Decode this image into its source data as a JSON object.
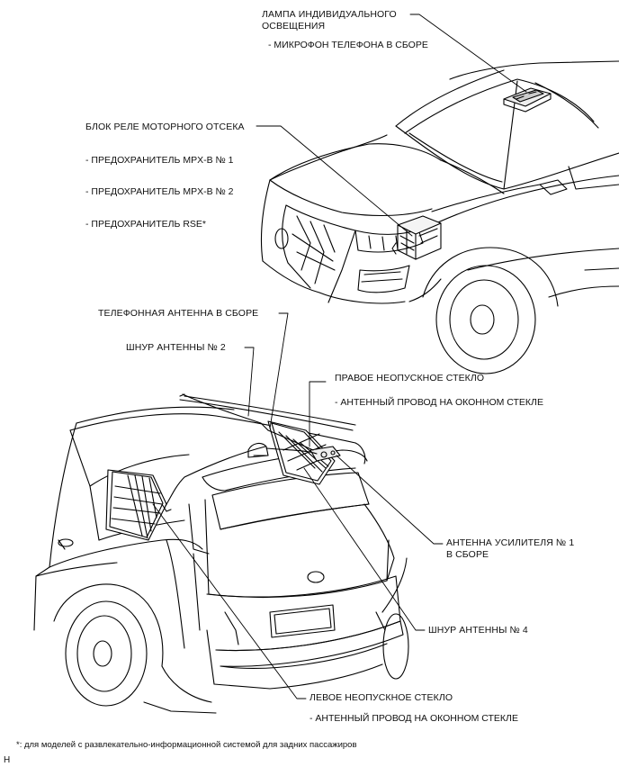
{
  "labels": {
    "dome_lamp": "ЛАМПА ИНДИВИДУАЛЬНОГО ОСВЕЩЕНИЯ",
    "mic_assembly": "- МИКРОФОН ТЕЛЕФОНА В СБОРЕ",
    "engine_relay_block": "БЛОК РЕЛЕ МОТОРНОГО ОТСЕКА",
    "fuse_mpxb1": "- ПРЕДОХРАНИТЕЛЬ MPX-B № 1",
    "fuse_mpxb2": "- ПРЕДОХРАНИТЕЛЬ MPX-B № 2",
    "fuse_rse": "- ПРЕДОХРАНИТЕЛЬ RSE*",
    "phone_antenna": "ТЕЛЕФОННАЯ АНТЕННА В СБОРЕ",
    "antenna_cord_2": "ШНУР АНТЕННЫ № 2",
    "right_fixed_glass": "ПРАВОЕ НЕОПУСКНОЕ СТЕКЛО",
    "right_glass_wire": "- АНТЕННЫЙ ПРОВОД НА ОКОННОМ СТЕКЛЕ",
    "amp_antenna_1": "АНТЕННА УСИЛИТЕЛЯ № 1 В СБОРЕ",
    "antenna_cord_4": "ШНУР АНТЕННЫ № 4",
    "left_fixed_glass": "ЛЕВОЕ НЕОПУСКНОЕ СТЕКЛО",
    "left_glass_wire": "- АНТЕННЫЙ ПРОВОД НА ОКОННОМ СТЕКЛЕ"
  },
  "footnote": "*: для моделей с развлекательно-информационной системой для задних пассажиров",
  "corner_mark": "H"
}
